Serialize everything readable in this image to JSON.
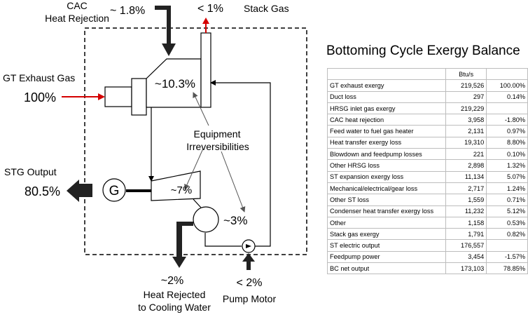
{
  "diagram": {
    "cac_title_line1": "CAC",
    "cac_title_line2": "Heat Rejection",
    "cac_pct": "~ 1.8%",
    "stack_pct": "< 1%",
    "stack_gas": "Stack Gas",
    "gt_exhaust_label": "GT Exhaust Gas",
    "gt_exhaust_pct": "100%",
    "hrsg_pct": "~10.3%",
    "equipment_line1": "Equipment",
    "equipment_line2": "Irreversibilities",
    "stg_output_label": "STG Output",
    "stg_output_pct": "80.5%",
    "generator_symbol": "G",
    "turbine_pct": "~7%",
    "condenser_pct": "~3%",
    "cooling_pct": "~2%",
    "cooling_line1": "Heat Rejected",
    "cooling_line2": "to Cooling Water",
    "pump_pct": "< 2%",
    "pump_label": "Pump Motor",
    "colors": {
      "exhaust_arrow": "#d40000",
      "stack_arrow": "#d40000",
      "heavy_arrow": "#222222"
    }
  },
  "balance": {
    "title": "Bottoming Cycle Exergy Balance",
    "columns": [
      "",
      "Btu/s",
      ""
    ],
    "rows": [
      [
        "GT exhaust exergy",
        "219,526",
        "100.00%"
      ],
      [
        "Duct loss",
        "297",
        "0.14%"
      ],
      [
        "HRSG inlet gas exergy",
        "219,229",
        ""
      ],
      [
        "CAC heat rejection",
        "3,958",
        "-1.80%"
      ],
      [
        "Feed water to fuel gas heater",
        "2,131",
        "0.97%"
      ],
      [
        "Heat transfer exergy loss",
        "19,310",
        "8.80%"
      ],
      [
        "Blowdown and feedpump losses",
        "221",
        "0.10%"
      ],
      [
        "Other HRSG loss",
        "2,898",
        "1.32%"
      ],
      [
        "ST expansion exergy loss",
        "11,134",
        "5.07%"
      ],
      [
        "Mechanical/electrical/gear loss",
        "2,717",
        "1.24%"
      ],
      [
        "Other ST loss",
        "1,559",
        "0.71%"
      ],
      [
        "Condenser heat transfer exergy loss",
        "11,232",
        "5.12%"
      ],
      [
        "Other",
        "1,158",
        "0.53%"
      ],
      [
        "Stack gas exergy",
        "1,791",
        "0.82%"
      ],
      [
        "ST electric output",
        "176,557",
        ""
      ],
      [
        "Feedpump power",
        "3,454",
        "-1.57%"
      ],
      [
        "BC net output",
        "173,103",
        "78.85%"
      ]
    ]
  }
}
